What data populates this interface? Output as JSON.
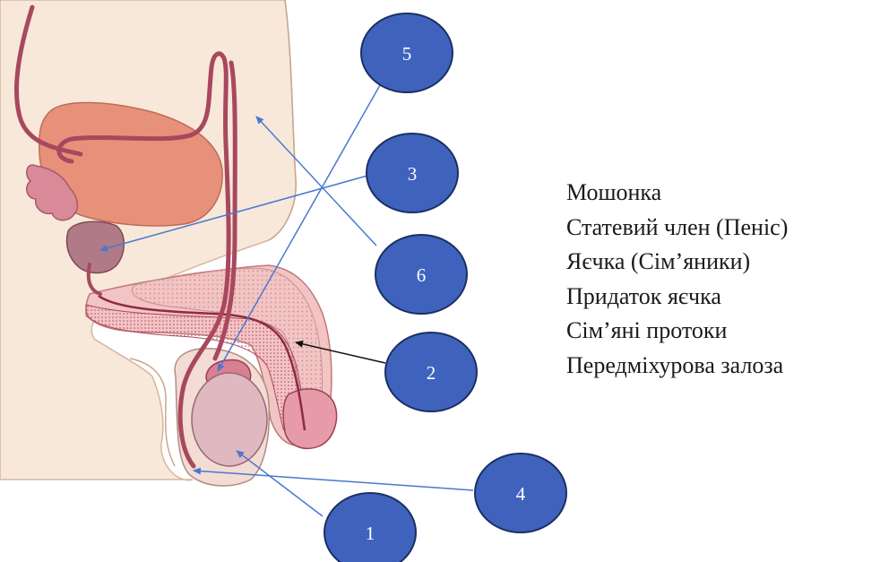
{
  "legend": {
    "items": [
      "Мошонка",
      "Статевий член (Пеніс)",
      "Яєчка (Сім’яники)",
      "Придаток яєчка",
      "Сім’яні протоки",
      "Передміхурова залоза"
    ]
  },
  "markers": [
    "1",
    "2",
    "3",
    "4",
    "5",
    "6"
  ],
  "colors": {
    "marker_fill": "#3f63bd",
    "marker_stroke": "#1b2f63",
    "pointer": "#4a78d0",
    "pointer_black": "#111111",
    "skin": "#f6e6d6",
    "bladder": "#e8917a",
    "duct": "#b0405a",
    "testis": "#e0b8c0",
    "prostate": "#b07a86"
  }
}
